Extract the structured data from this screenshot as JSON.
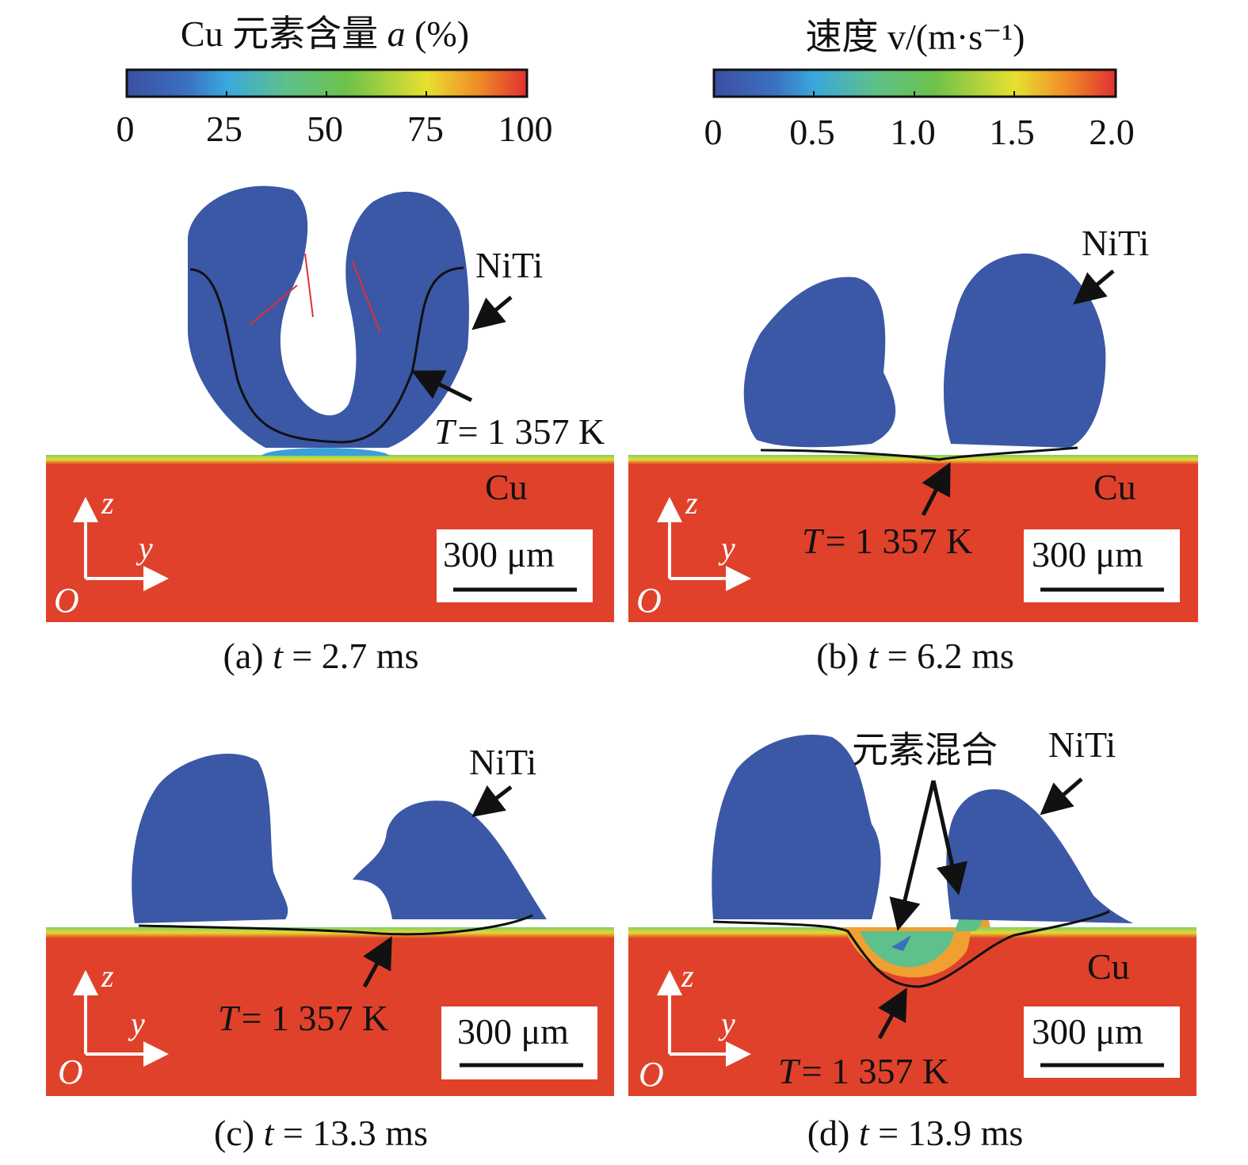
{
  "colorbars": [
    {
      "title": "Cu 元素含量 a (%)",
      "title_prefix": "Cu 元素含量 ",
      "title_var": "a",
      "title_suffix": " (%)",
      "ticks": [
        "0",
        "25",
        "50",
        "75",
        "100"
      ],
      "colors": [
        "#3b4fa0",
        "#3aa8dc",
        "#6cc24a",
        "#e8e030",
        "#e04030"
      ]
    },
    {
      "title": "速度 v/(m·s⁻¹)",
      "title_prefix": "速度 ",
      "title_var": "v",
      "title_suffix": "/(m·s⁻¹)",
      "ticks": [
        "0",
        "0.5",
        "1.0",
        "1.5",
        "2.0"
      ],
      "colors": [
        "#3b4fa0",
        "#3aa8dc",
        "#6cc24a",
        "#e8e030",
        "#e04030"
      ]
    }
  ],
  "colors": {
    "niti": "#3a58a6",
    "cu": "#e0412b",
    "contour": "#111111"
  },
  "panels": [
    {
      "label": "(a) t = 2.7 ms",
      "niti": "NiTi",
      "cu": "Cu",
      "temp": "T = 1 357 K",
      "scale": "300 μm"
    },
    {
      "label": "(b) t = 6.2 ms",
      "niti": "NiTi",
      "cu": "Cu",
      "temp": "T = 1 357 K",
      "scale": "300 μm"
    },
    {
      "label": "(c) t = 13.3 ms",
      "niti": "NiTi",
      "temp": "T = 1 357 K",
      "scale": "300 μm"
    },
    {
      "label": "(d) t = 13.9 ms",
      "niti": "NiTi",
      "cu": "Cu",
      "temp": "T = 1 357 K",
      "scale": "300 μm",
      "mixing": "元素混合"
    }
  ],
  "axes": {
    "z": "z",
    "y": "y",
    "origin": "O"
  }
}
